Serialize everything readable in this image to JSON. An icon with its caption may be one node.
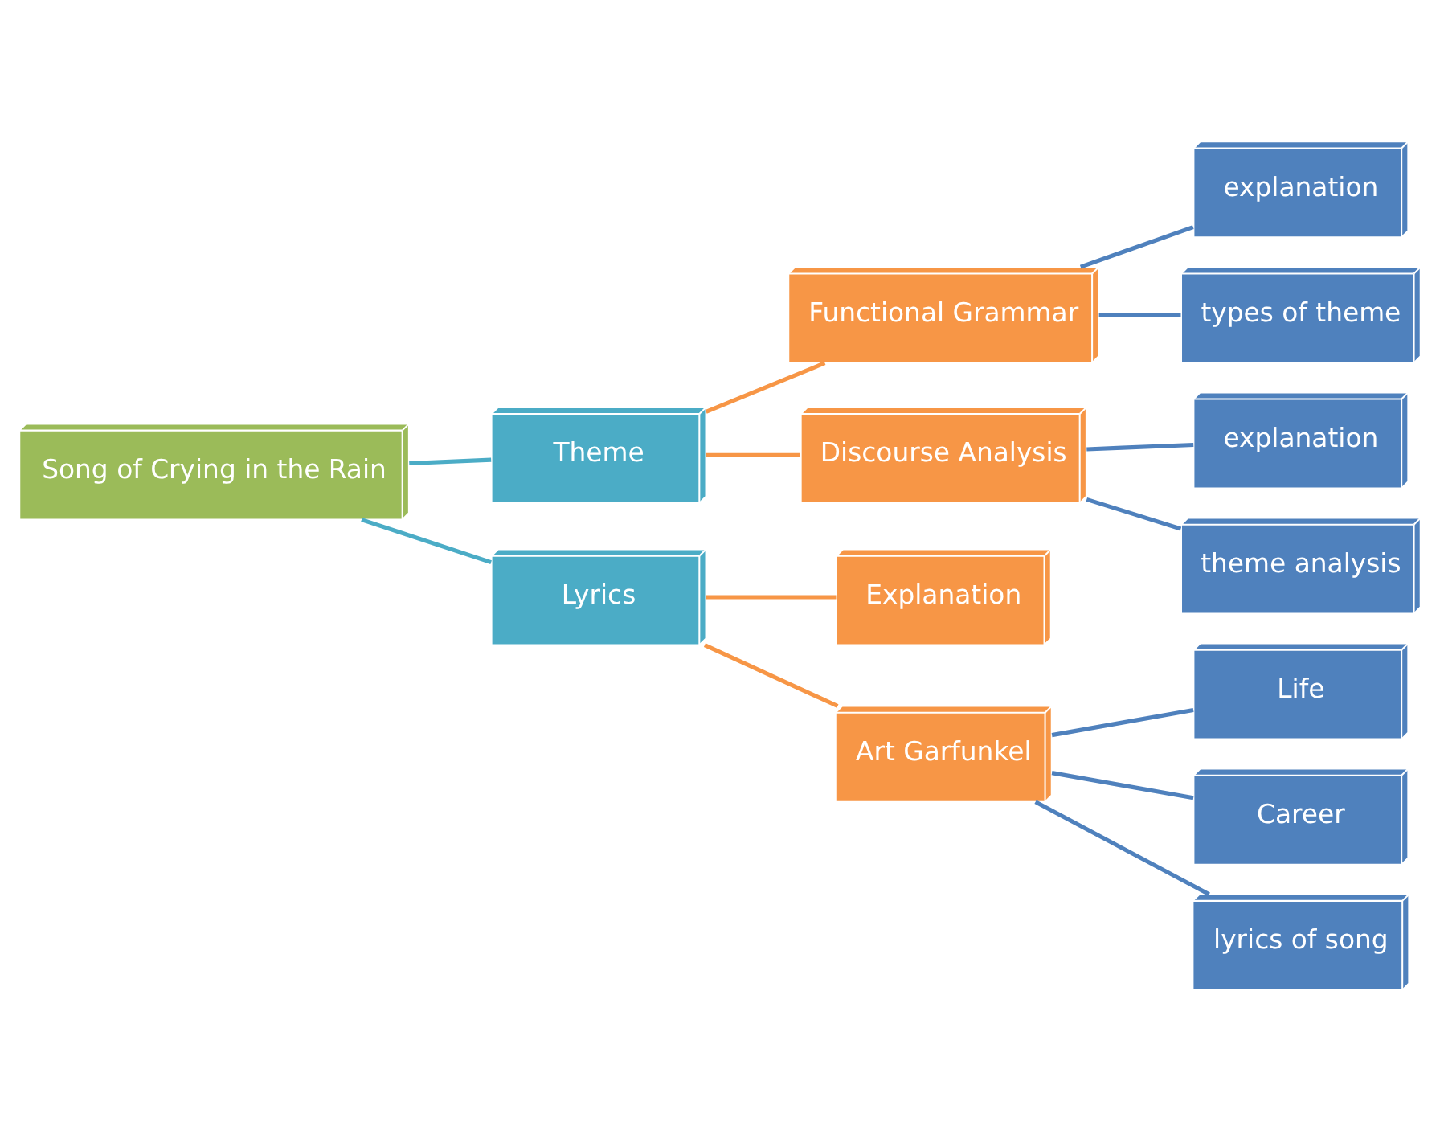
{
  "diagram": {
    "nodes": [
      {
        "text": [
          "Song of Crying in the Rain"
        ]
      },
      {
        "text": [
          "Theme"
        ]
      },
      {
        "text": [
          "Lyrics"
        ]
      },
      {
        "text": [
          "Functional Grammar"
        ]
      },
      {
        "text": [
          "Discourse Analysis"
        ]
      },
      {
        "text": [
          "Explanation"
        ]
      },
      {
        "text": [
          "Art Garfunkel"
        ]
      },
      {
        "text": [
          "explanation"
        ]
      },
      {
        "text": [
          "types of theme"
        ]
      },
      {
        "text": [
          "explanation"
        ]
      },
      {
        "text": [
          "theme analysis"
        ]
      },
      {
        "text": [
          "Life"
        ]
      },
      {
        "text": [
          "Career"
        ]
      },
      {
        "text": [
          "lyrics of song"
        ]
      }
    ],
    "edges": [
      {
        "from": 0,
        "to": 1,
        "arrow": "none",
        "color": "#4bacc6"
      },
      {
        "from": 0,
        "to": 2,
        "arrow": "none",
        "color": "#4bacc6"
      },
      {
        "from": 1,
        "to": 3,
        "arrow": "none",
        "color": "#f79646"
      },
      {
        "from": 1,
        "to": 4,
        "arrow": "none",
        "color": "#f79646"
      },
      {
        "from": 2,
        "to": 5,
        "arrow": "none",
        "color": "#f79646"
      },
      {
        "from": 2,
        "to": 6,
        "arrow": "none",
        "color": "#f79646"
      },
      {
        "from": 3,
        "to": 7,
        "arrow": "none"
      },
      {
        "from": 3,
        "to": 8,
        "arrow": "none"
      },
      {
        "from": 4,
        "to": 9,
        "arrow": "none"
      },
      {
        "from": 4,
        "to": 10,
        "arrow": "none"
      },
      {
        "from": 6,
        "to": 11,
        "arrow": "none"
      },
      {
        "from": 6,
        "to": 12,
        "arrow": "none"
      },
      {
        "from": 6,
        "to": 13,
        "arrow": "none"
      }
    ]
  }
}
